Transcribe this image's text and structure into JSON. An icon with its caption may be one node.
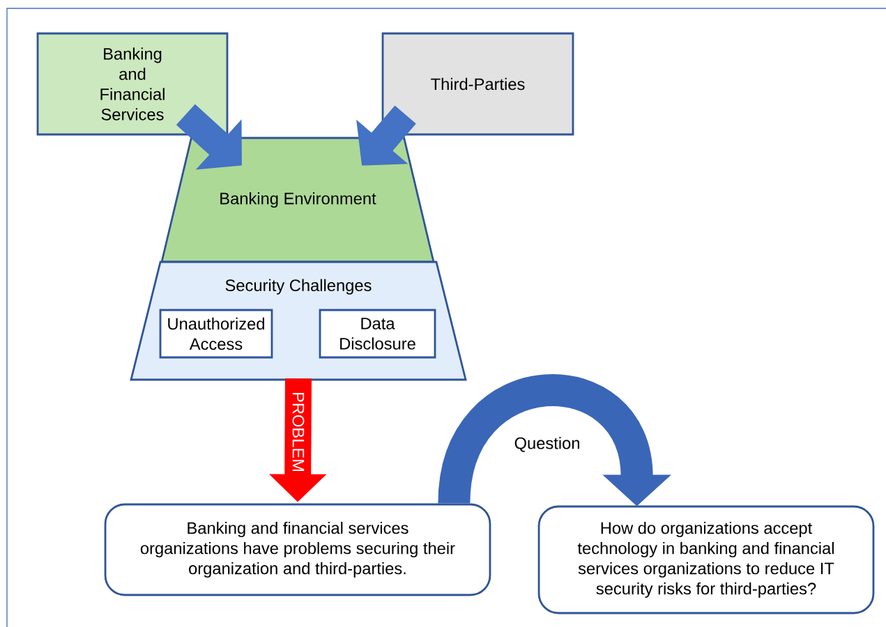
{
  "diagram": {
    "nodes": [
      {
        "text": [
          "Banking and Financial Services"
        ]
      },
      {
        "text": [
          "Third-Parties"
        ]
      },
      {
        "text": [
          "Banking Environment"
        ]
      },
      {
        "text": [
          "Security Challenges"
        ]
      },
      {
        "text": [
          "Unauthorized Access"
        ],
        "in": 3
      },
      {
        "text": [
          "Data Disclosure"
        ],
        "in": 3
      },
      {
        "text": [
          "Banking and financial services organizations have problems securing their organization and third-parties."
        ]
      },
      {
        "text": [
          "How do organizations accept technology in banking and financial services organizations to reduce IT security risks for third-parties?"
        ]
      }
    ],
    "edges": [
      {
        "from": 0,
        "to": 2,
        "arrow": "to"
      },
      {
        "from": 1,
        "to": 2,
        "arrow": "to"
      },
      {
        "from": 3,
        "to": 6,
        "arrow": "to",
        "label": "PROBLEM",
        "color": "#ff0000"
      },
      {
        "from": 6,
        "to": 7,
        "arrow": "to",
        "label": "Question"
      }
    ]
  }
}
